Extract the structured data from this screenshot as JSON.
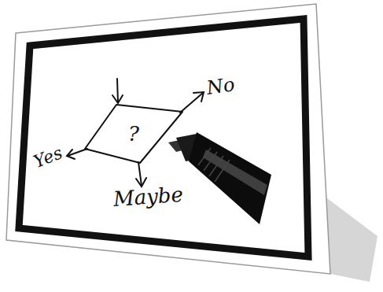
{
  "diagram": {
    "nodes": [
      {
        "text": [
          "?"
        ]
      }
    ],
    "labels": [
      "No",
      "Yes",
      "Maybe"
    ]
  }
}
